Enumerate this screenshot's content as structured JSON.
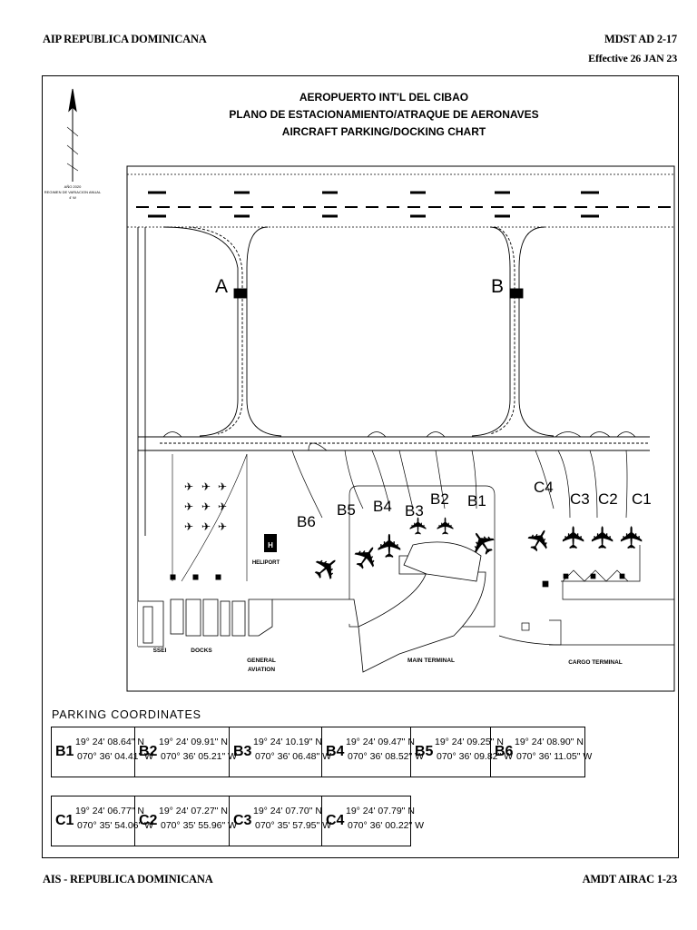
{
  "header": {
    "left": "AIP REPUBLICA DOMINICANA",
    "right": "MDST AD 2-17",
    "effective": "Effective 26 JAN 23"
  },
  "footer": {
    "left": "AIS - REPUBLICA DOMINICANA",
    "right": "AMDT AIRAC 1-23"
  },
  "chart": {
    "title_lines": [
      "AEROPUERTO INT'L DEL CIBAO",
      "PLANO DE ESTACIONAMIENTO/ATRAQUE DE AERONAVES",
      "AIRCRAFT PARKING/DOCKING CHART"
    ],
    "north_note": [
      "AÑO 2020",
      "REGIMEN DE VARIACION ANUAL",
      "4' W"
    ],
    "taxiway_labels": [
      "A",
      "B"
    ],
    "stand_labels": [
      "B6",
      "B5",
      "B4",
      "B3",
      "B2",
      "B1",
      "C4",
      "C3",
      "C2",
      "C1"
    ],
    "area_labels": {
      "heliport": "HELIPORT",
      "ssei": "SSEI",
      "docks": "DOCKS",
      "general_aviation_1": "GENERAL",
      "general_aviation_2": "AVIATION",
      "main_terminal": "MAIN TERMINAL",
      "cargo_terminal": "CARGO TERMINAL"
    }
  },
  "parking": {
    "heading": "PARKING COORDINATES",
    "row1": [
      {
        "id": "B1",
        "lat": "19° 24' 08.64\" N",
        "lon": "070° 36' 04.41\" W"
      },
      {
        "id": "B2",
        "lat": "19° 24' 09.91\" N",
        "lon": "070° 36' 05.21\" W"
      },
      {
        "id": "B3",
        "lat": "19° 24' 10.19\" N",
        "lon": "070° 36' 06.48\" W"
      },
      {
        "id": "B4",
        "lat": "19° 24' 09.47\" N",
        "lon": "070° 36' 08.52\" W"
      },
      {
        "id": "B5",
        "lat": "19° 24' 09.25\" N",
        "lon": "070° 36' 09.82\" W"
      },
      {
        "id": "B6",
        "lat": "19° 24' 08.90\" N",
        "lon": "070° 36' 11.05\" W"
      }
    ],
    "row2": [
      {
        "id": "C1",
        "lat": "19° 24' 06.77\" N",
        "lon": "070° 35' 54.06\" W"
      },
      {
        "id": "C2",
        "lat": "19° 24' 07.27\" N",
        "lon": "070° 35' 55.96\" W"
      },
      {
        "id": "C3",
        "lat": "19° 24' 07.70\" N",
        "lon": "070° 35' 57.95\" W"
      },
      {
        "id": "C4",
        "lat": "19° 24' 07.79\" N",
        "lon": "070° 36' 00.22\" W"
      }
    ]
  }
}
